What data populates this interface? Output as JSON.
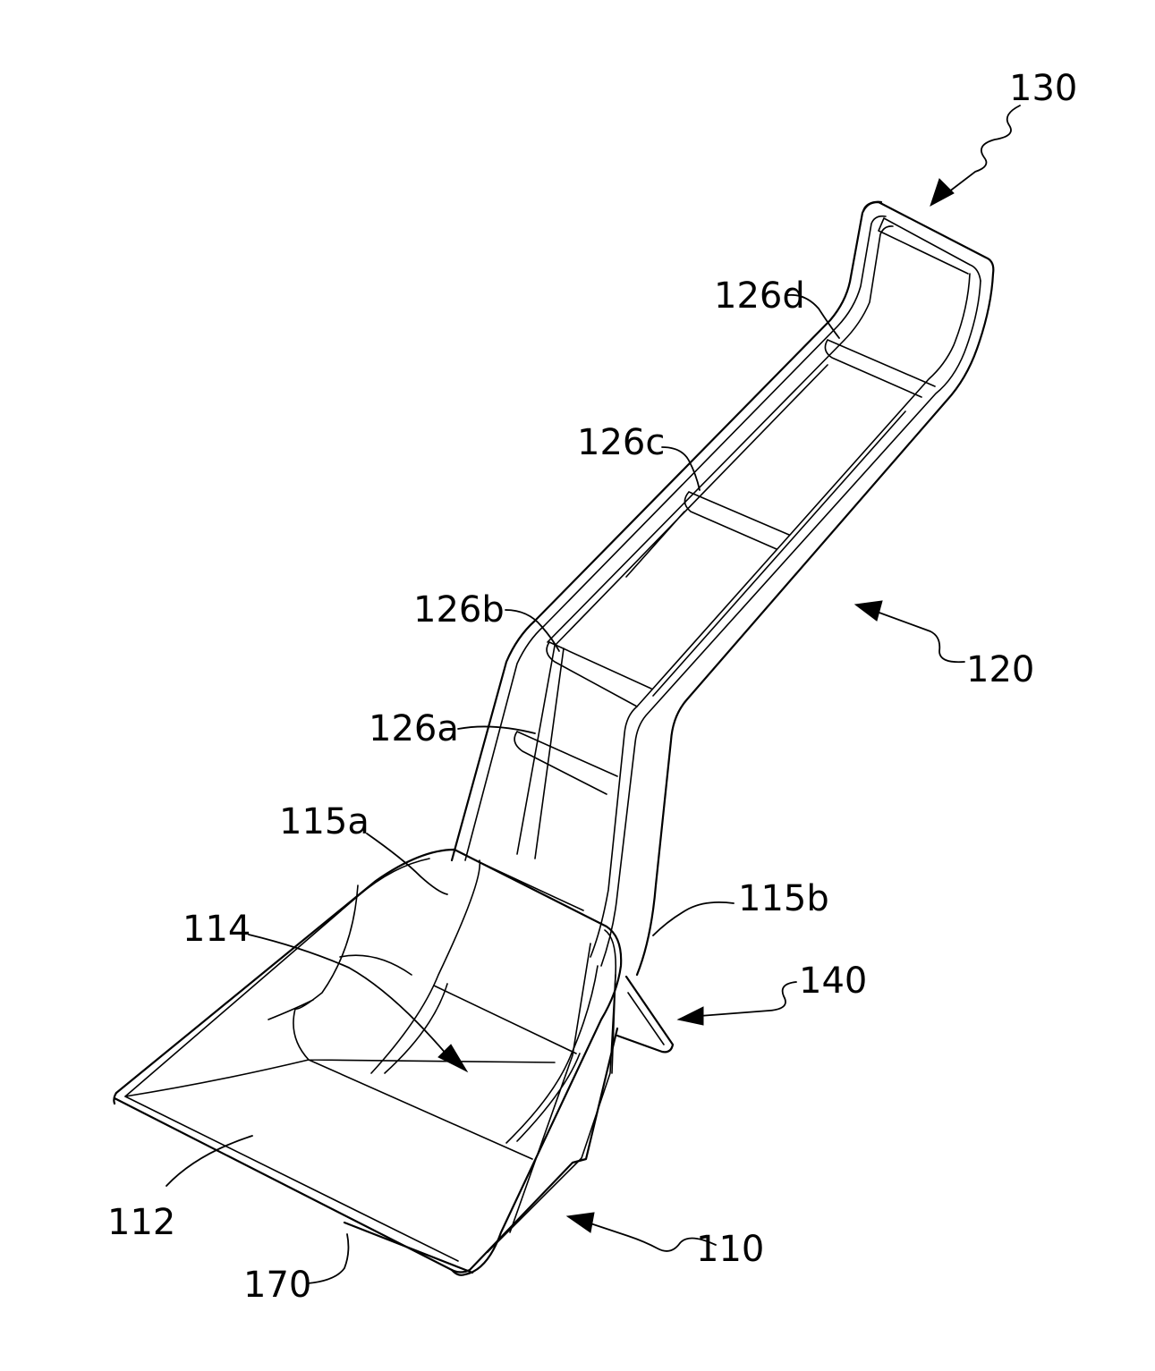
{
  "labels": {
    "l130": "130",
    "l126d": "126d",
    "l126c": "126c",
    "l126b": "126b",
    "l120": "120",
    "l126a": "126a",
    "l115a": "115a",
    "l115b": "115b",
    "l114": "114",
    "l140": "140",
    "l112": "112",
    "l110": "110",
    "l170": "170"
  }
}
